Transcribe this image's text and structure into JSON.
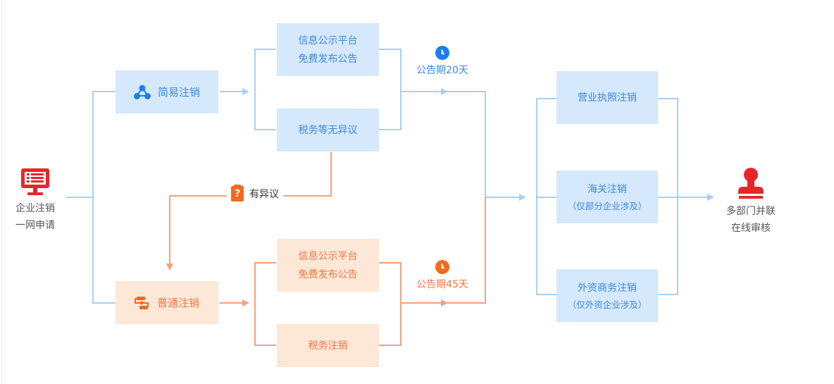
{
  "colors": {
    "blue_line": "#a9cff5",
    "blue_box": "#d5e8fc",
    "blue_text": "#3d8ad6",
    "blue_icon": "#1a7ef0",
    "orange_line": "#f5a07a",
    "orange_box": "#fde7d6",
    "orange_text": "#ee7a43",
    "orange_icon": "#f26a1b",
    "red_icon": "#e8262a"
  },
  "start": {
    "icon": "monitor-list-icon",
    "lines": [
      "企业注销",
      "一网申请"
    ]
  },
  "simple": {
    "icon": "share-nodes-icon",
    "label": "简易注销",
    "steps": [
      {
        "lines": [
          "信息公示平台",
          "免费发布公告"
        ]
      },
      {
        "lines": [
          "税务等无异议"
        ]
      }
    ],
    "period": {
      "icon": "clock-icon",
      "label": "公告期20天"
    }
  },
  "objection": {
    "icon": "question-clipboard-icon",
    "label": "有异议"
  },
  "normal": {
    "icon": "flow-switch-icon",
    "label": "普通注销",
    "steps": [
      {
        "lines": [
          "信息公示平台",
          "免费发布公告"
        ]
      },
      {
        "lines": [
          "税务注销"
        ]
      }
    ],
    "period": {
      "icon": "clock-icon",
      "label": "公告期45天"
    }
  },
  "departments": [
    {
      "title": "营业执照注销",
      "note": ""
    },
    {
      "title": "海关注销",
      "note": "（仅部分企业涉及）"
    },
    {
      "title": "外资商务注销",
      "note": "（仅外资企业涉及）"
    }
  ],
  "end": {
    "icon": "stamp-icon",
    "lines": [
      "多部门并联",
      "在线审核"
    ]
  }
}
